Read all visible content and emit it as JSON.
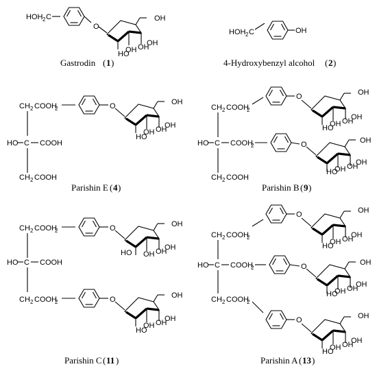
{
  "compounds": [
    {
      "name": "Gastrodin",
      "number": "1"
    },
    {
      "name": "4-Hydroxybenzyl alcohol",
      "number": "2"
    },
    {
      "name": "Parishin E",
      "number": "4"
    },
    {
      "name": "Parishin B",
      "number": "9"
    },
    {
      "name": "Parishin C",
      "number": "11"
    },
    {
      "name": "Parishin A",
      "number": "13"
    }
  ],
  "groups": {
    "hoh2c": "HOH",
    "ch2cooh2": "CH",
    "cooh": "COOH",
    "cooh2": "COOH",
    "oh": "OH",
    "ho": "HO",
    "o": "O",
    "c": "C",
    "sub2": "2",
    "cooh_full": "COOH",
    "ch": "CH"
  }
}
